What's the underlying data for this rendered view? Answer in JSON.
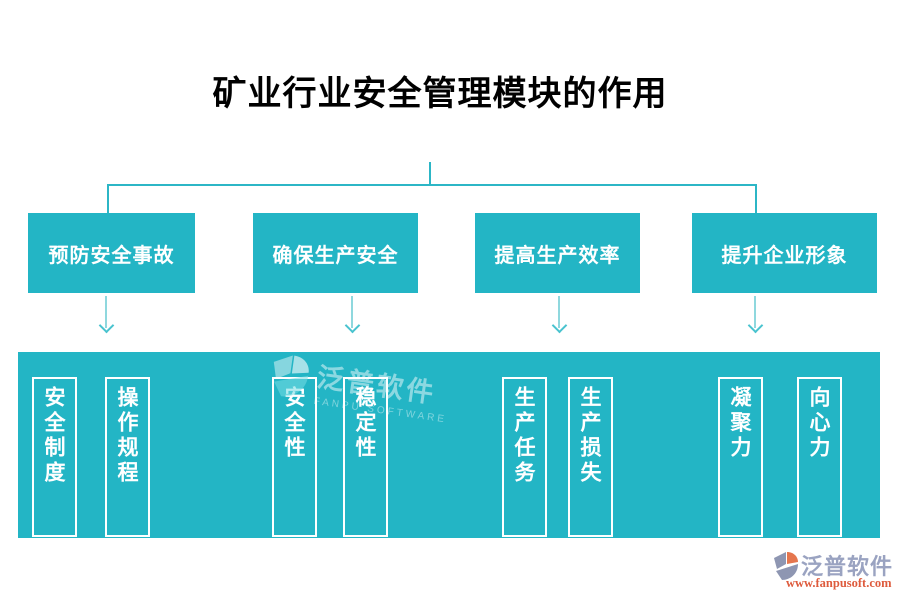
{
  "title": "矿业行业安全管理模块的作用",
  "branches": [
    {
      "label": "预防安全事故",
      "items": [
        "安全制度",
        "操作规程"
      ]
    },
    {
      "label": "确保生产安全",
      "items": [
        "安全性",
        "稳定性"
      ]
    },
    {
      "label": "提高生产效率",
      "items": [
        "生产任务",
        "生产损失"
      ]
    },
    {
      "label": "提升企业形象",
      "items": [
        "凝聚力",
        "向心力"
      ]
    }
  ],
  "watermark": {
    "brand": "泛普软件",
    "subtitle": "FANPU SOFTWARE"
  },
  "footer": {
    "brand": "泛普软件",
    "url": "www.fanpusoft.com"
  },
  "colors": {
    "teal": "#23b5c5",
    "connector_line": "#2cb6c6",
    "arrow_shaft": "#8fd8de",
    "arrow_head": "#49c3cf",
    "title_text": "#000000",
    "box_text": "#ffffff",
    "footer_brand": "#9aa3c1",
    "footer_url": "#de5b3d",
    "footer_icon_orange": "#e5764e",
    "footer_icon_gray": "#8e96b2"
  }
}
